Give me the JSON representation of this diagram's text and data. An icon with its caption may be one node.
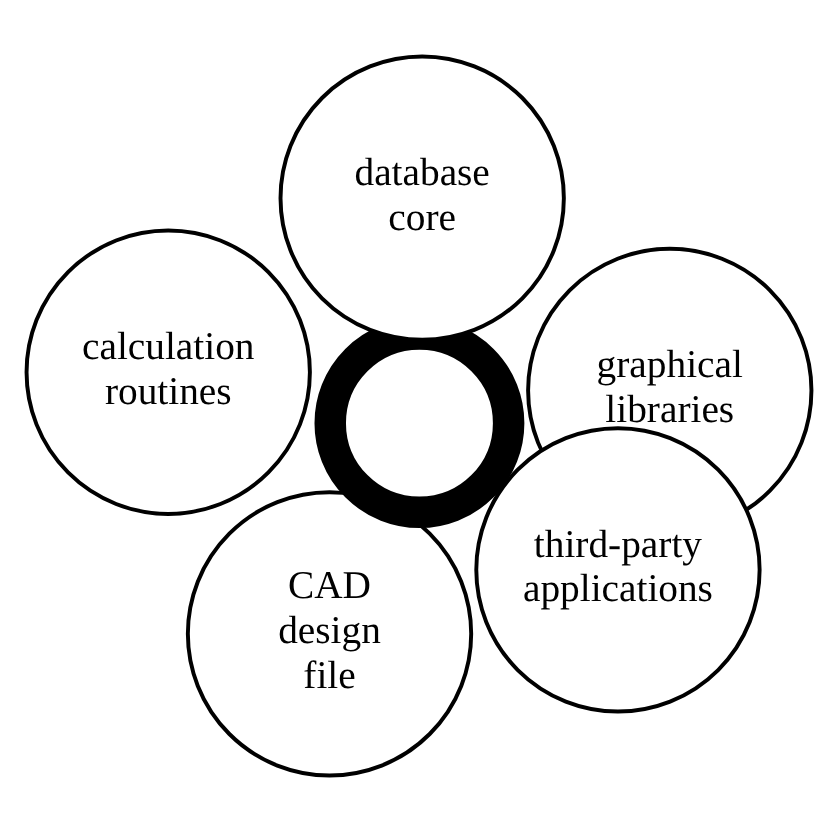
{
  "diagram": {
    "nodes": [
      {
        "text": [
          "graphical libraries"
        ]
      },
      {
        "text": [
          "CAD design file"
        ]
      },
      {
        "text": [],
        "shape": "circle"
      },
      {
        "text": [
          "calculation routines"
        ]
      },
      {
        "text": [
          "database core"
        ]
      },
      {
        "text": [
          "third-party applications"
        ]
      }
    ]
  }
}
